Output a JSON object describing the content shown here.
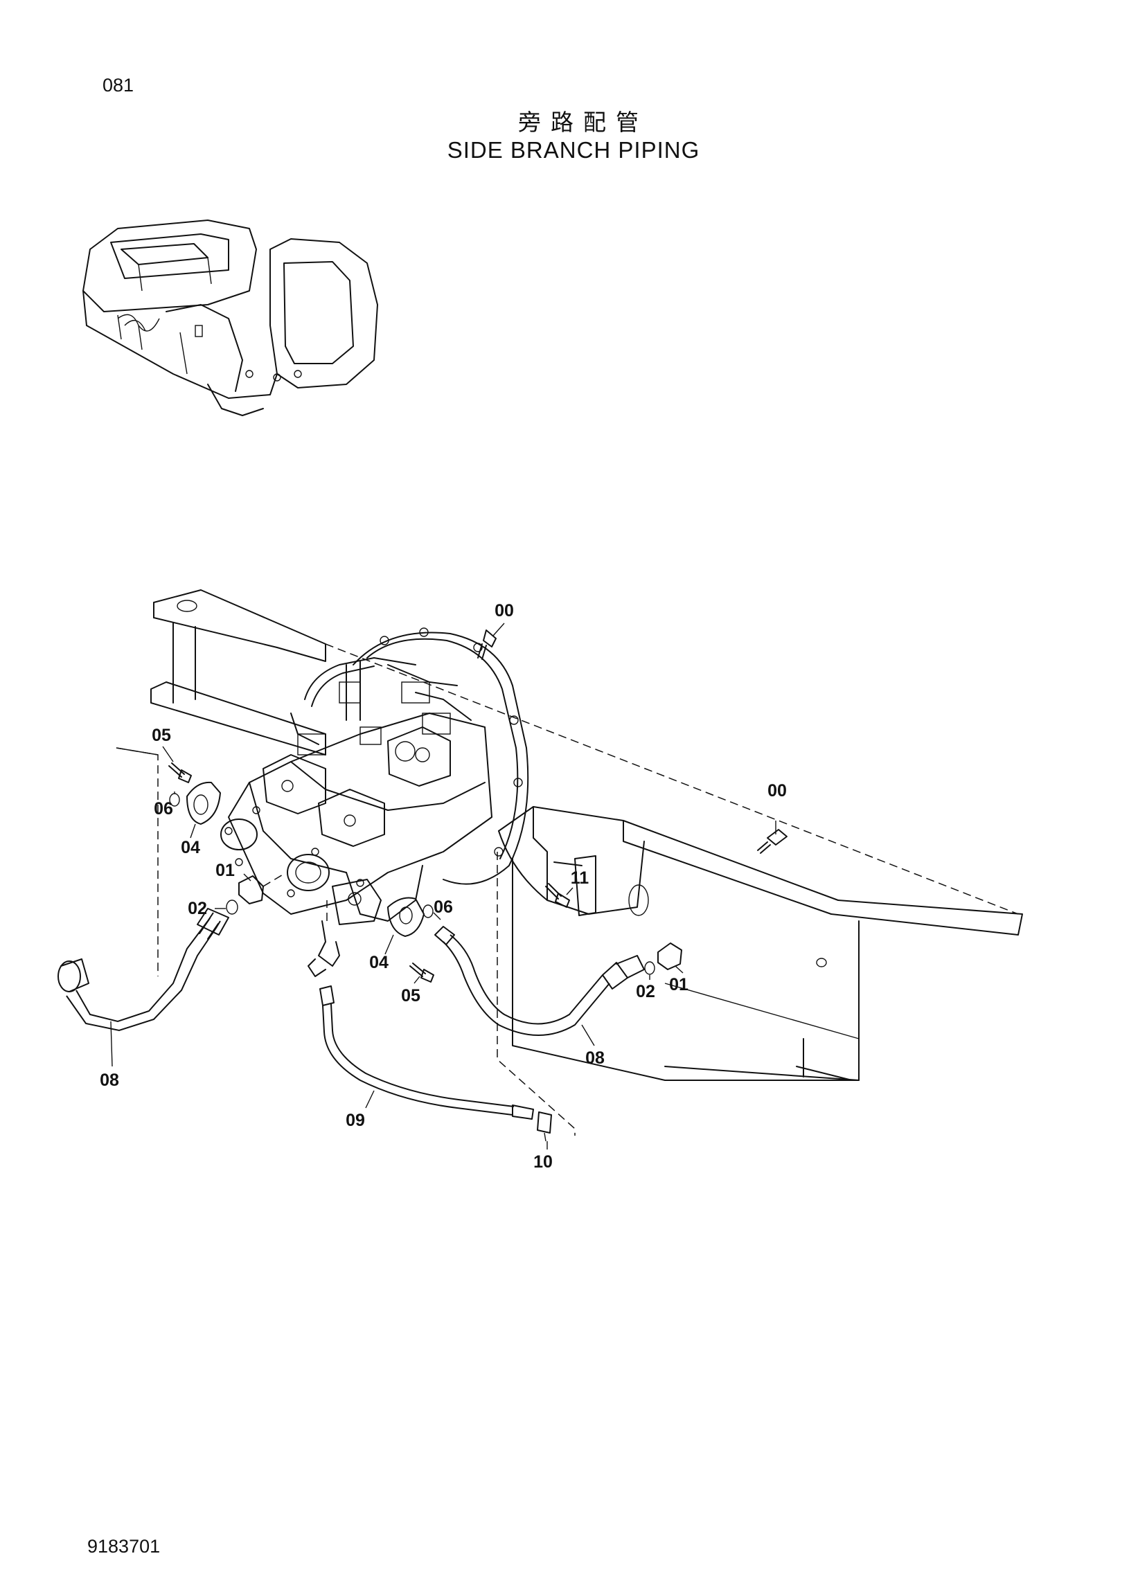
{
  "header": {
    "page_number": "081",
    "title_cn": "旁路配管",
    "title_en": "SIDE BRANCH PIPING"
  },
  "footer": {
    "document_number": "9183701"
  },
  "callouts": {
    "c00_top": "00",
    "c00_right": "00",
    "c05_left": "05",
    "c06_left": "06",
    "c04_left": "04",
    "c01_left": "01",
    "c02_left": "02",
    "c11": "11",
    "c06_mid": "06",
    "c04_mid": "04",
    "c05_mid": "05",
    "c02_right": "02",
    "c01_right": "01",
    "c08_right": "08",
    "c08_left": "08",
    "c09": "09",
    "c10": "10"
  }
}
